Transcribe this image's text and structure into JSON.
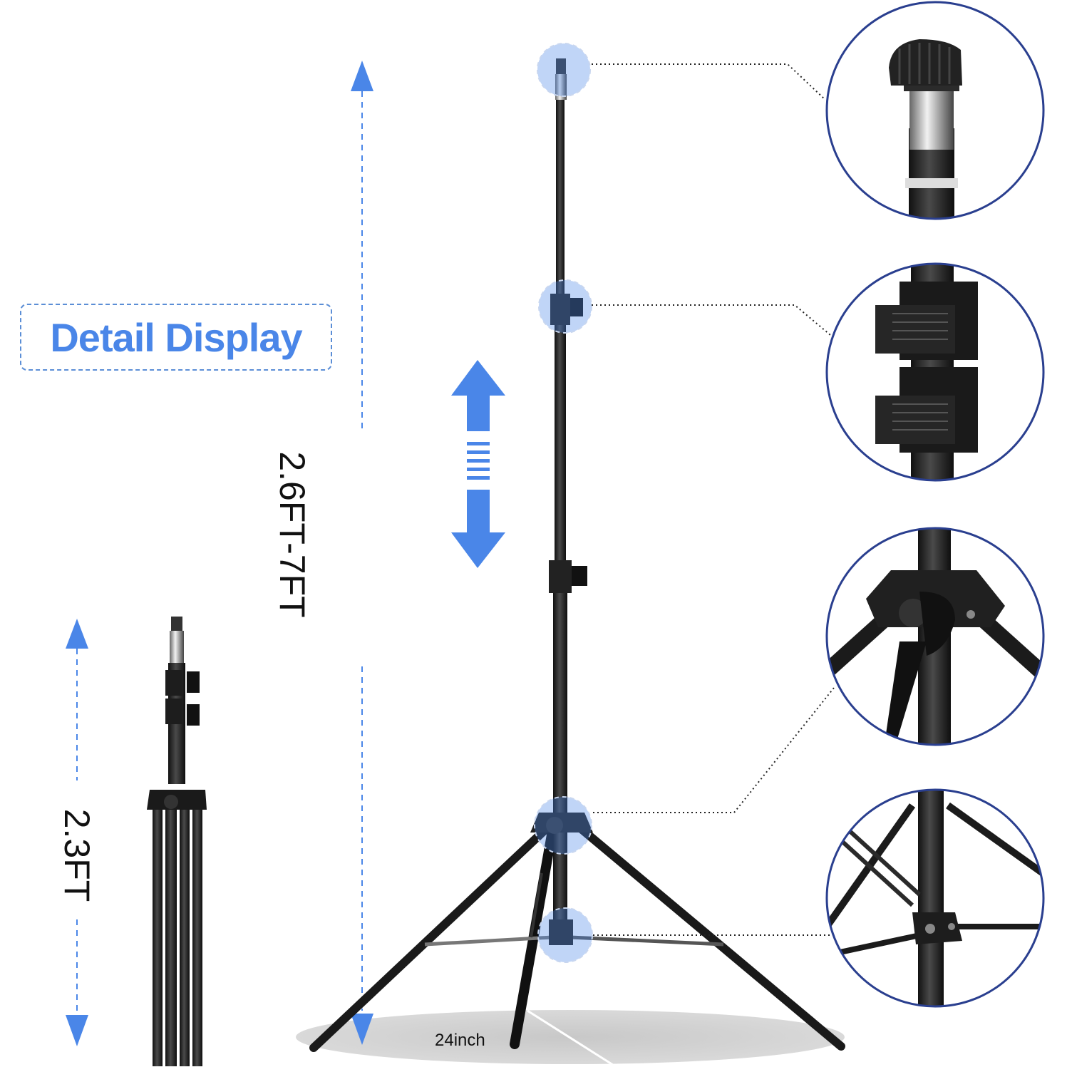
{
  "badge": {
    "title": "Detail Display"
  },
  "dimensions": {
    "extended_height": "2.6FT-7FT",
    "folded_height": "2.3FT",
    "base_span": "24inch"
  },
  "colors": {
    "accent": "#4a86e8",
    "dash": "#5b8ed6",
    "ring": "#2a3f8f",
    "metal": "#1c1c1c",
    "base": "#bdbdbd"
  }
}
